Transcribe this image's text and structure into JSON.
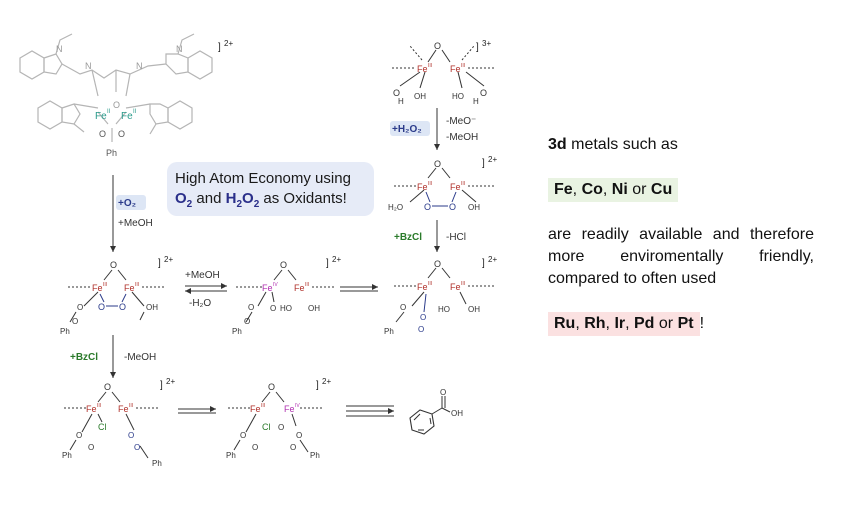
{
  "callout": {
    "line1": "High Atom Economy using",
    "o2": "O",
    "o2_sub": "2",
    "and": " and ",
    "h2o2_a": "H",
    "h2o2_sub1": "2",
    "h2o2_b": "O",
    "h2o2_sub2": "2",
    "tail": " as Oxidants!"
  },
  "panel": {
    "intro_bold": "3d",
    "intro_rest": " metals such as",
    "cheap": [
      "Fe",
      "Co",
      "Ni",
      "Cu"
    ],
    "cheap_sep1": ", ",
    "cheap_sep2": ", ",
    "cheap_or": " or ",
    "body": "are readily available and therefore more enviromentally friendly, compared to often used",
    "noble": [
      "Ru",
      "Rh",
      "Ir",
      "Pd",
      "Pt"
    ],
    "noble_sep": ", ",
    "noble_or": " or ",
    "noble_end": "!"
  },
  "scheme": {
    "charge2": "2+",
    "charge3": "3+",
    "fe2": "Fe",
    "fe2_ox": "II",
    "fe3": "Fe",
    "fe3_ox": "III",
    "fe4": "Fe",
    "fe4_ox": "IV",
    "o": "O",
    "oh": "OH",
    "ho": "HO",
    "h2o_label": "H₂O",
    "h": "H",
    "cl": "Cl",
    "ph": "Ph",
    "plus_o2": "+O₂",
    "plus_meoh": "+MeOH",
    "plus_h2o2": "+H₂O₂",
    "minus_meo": "-MeO⁻",
    "minus_meoh": "-MeOH",
    "plus_bzcl": "+BzCl",
    "minus_hcl": "-HCl",
    "minus_h2o": "-H₂O",
    "n": "N",
    "product_oh": "OH"
  },
  "colors": {
    "fe2": "#2a9a8a",
    "fe3": "#b0302a",
    "fe4": "#b030b0",
    "green": "#2a7a2a",
    "blue": "#2a3a8a",
    "chip_blue": "#dde6f5",
    "peroxo": "#2a3a8a"
  }
}
